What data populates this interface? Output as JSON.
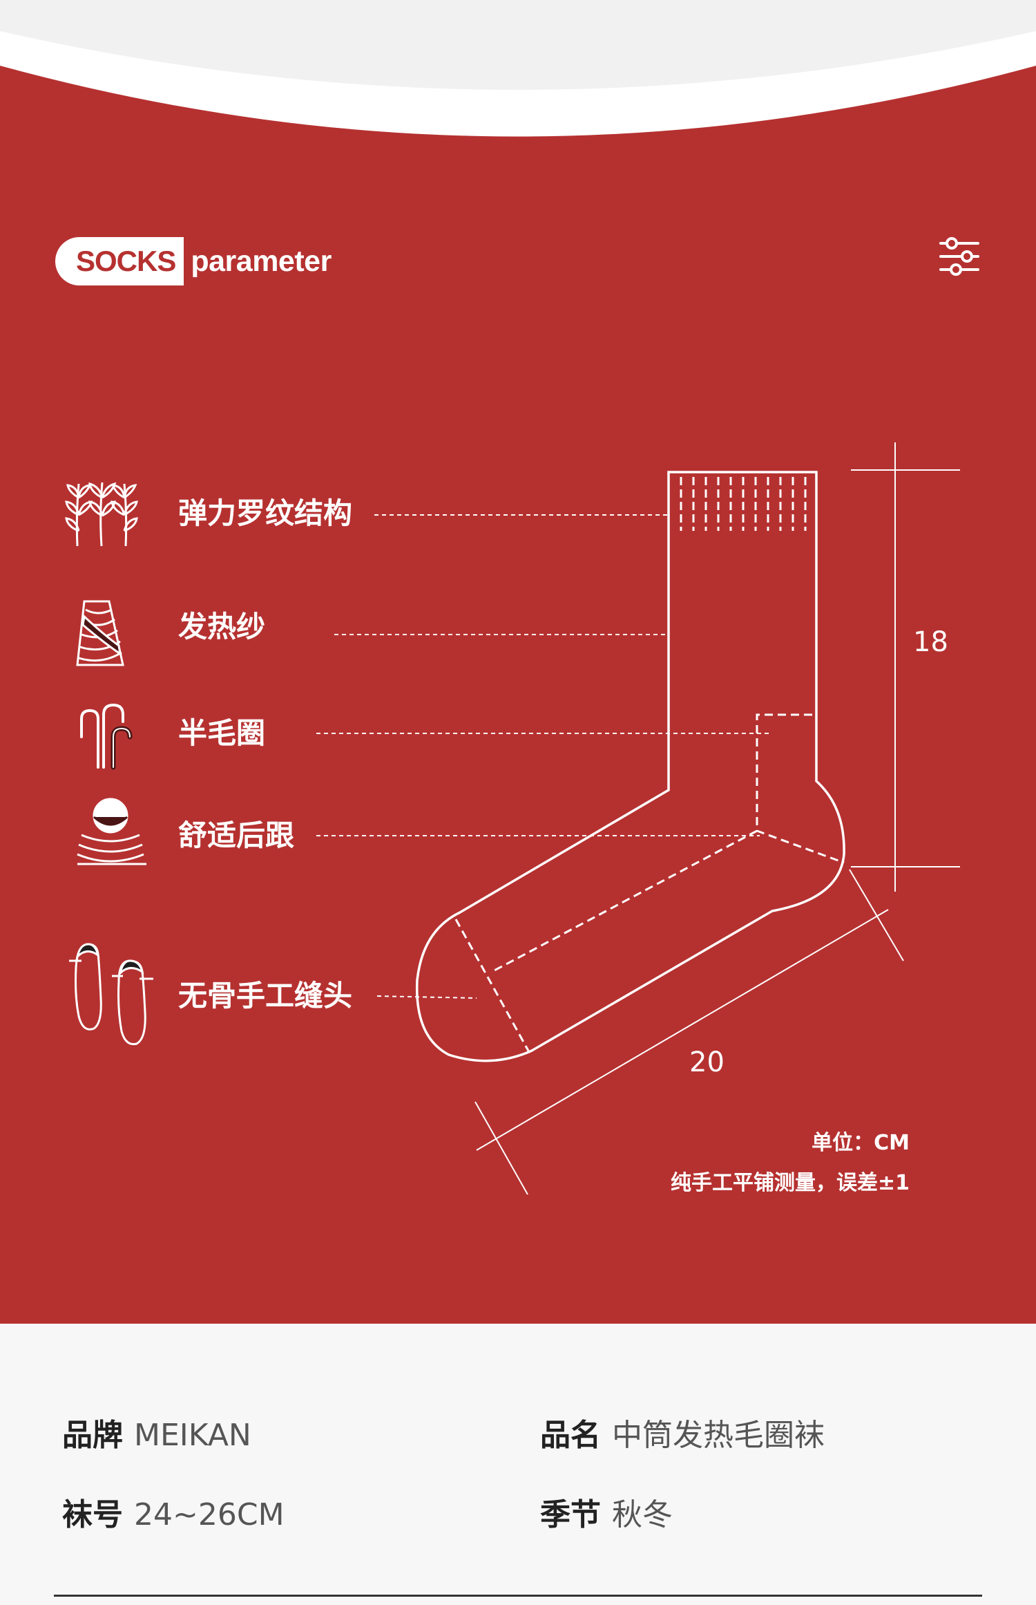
{
  "header": {
    "badge_primary": "SOCKS",
    "badge_secondary": "parameter",
    "settings_icon": "sliders-icon"
  },
  "features": [
    {
      "label": "弹力罗纹结构",
      "icon": "wheat-icon"
    },
    {
      "label": "发热纱",
      "icon": "yarn-spool-icon"
    },
    {
      "label": "半毛圈",
      "icon": "loop-fiber-icon"
    },
    {
      "label": "舒适后跟",
      "icon": "heel-cushion-icon"
    },
    {
      "label": "无骨手工缝头",
      "icon": "sock-toe-icon"
    }
  ],
  "dimensions": {
    "height": "18",
    "length": "20"
  },
  "notes": {
    "unit": "单位：CM",
    "measure": "纯手工平铺测量，误差±1"
  },
  "specs": [
    {
      "key": "品牌",
      "value": "MEIKAN"
    },
    {
      "key": "品名",
      "value": "中筒发热毛圈袜"
    },
    {
      "key": "袜号",
      "value": "24~26CM"
    },
    {
      "key": "季节",
      "value": "秋冬"
    }
  ],
  "colors": {
    "brand_red": "#b53130",
    "background": "#f7f7f7",
    "text_dark": "#222222"
  }
}
